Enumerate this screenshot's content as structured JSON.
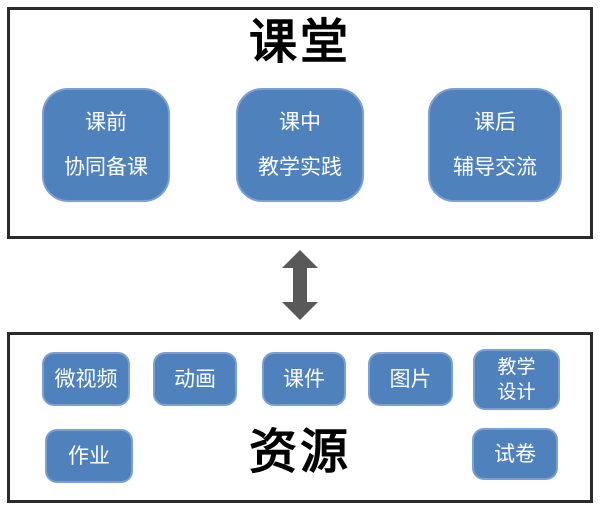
{
  "classroom": {
    "title": "课堂",
    "nodes": [
      {
        "label": "课前\n协同备课"
      },
      {
        "label": "课中\n教学实践"
      },
      {
        "label": "课后\n辅导交流"
      }
    ]
  },
  "connector": {
    "type": "double-headed-vertical-arrow"
  },
  "resources": {
    "title": "资源",
    "items": [
      {
        "label": "微视频"
      },
      {
        "label": "动画"
      },
      {
        "label": "课件"
      },
      {
        "label": "图片"
      },
      {
        "label": "教学\n设计"
      },
      {
        "label": "作业"
      },
      {
        "label": "试卷"
      }
    ]
  },
  "colors": {
    "node_fill": "#4f81bd",
    "node_text": "#ffffff",
    "arrow": "#595959",
    "panel_border": "#2b2b2b",
    "title_text": "#000000"
  }
}
